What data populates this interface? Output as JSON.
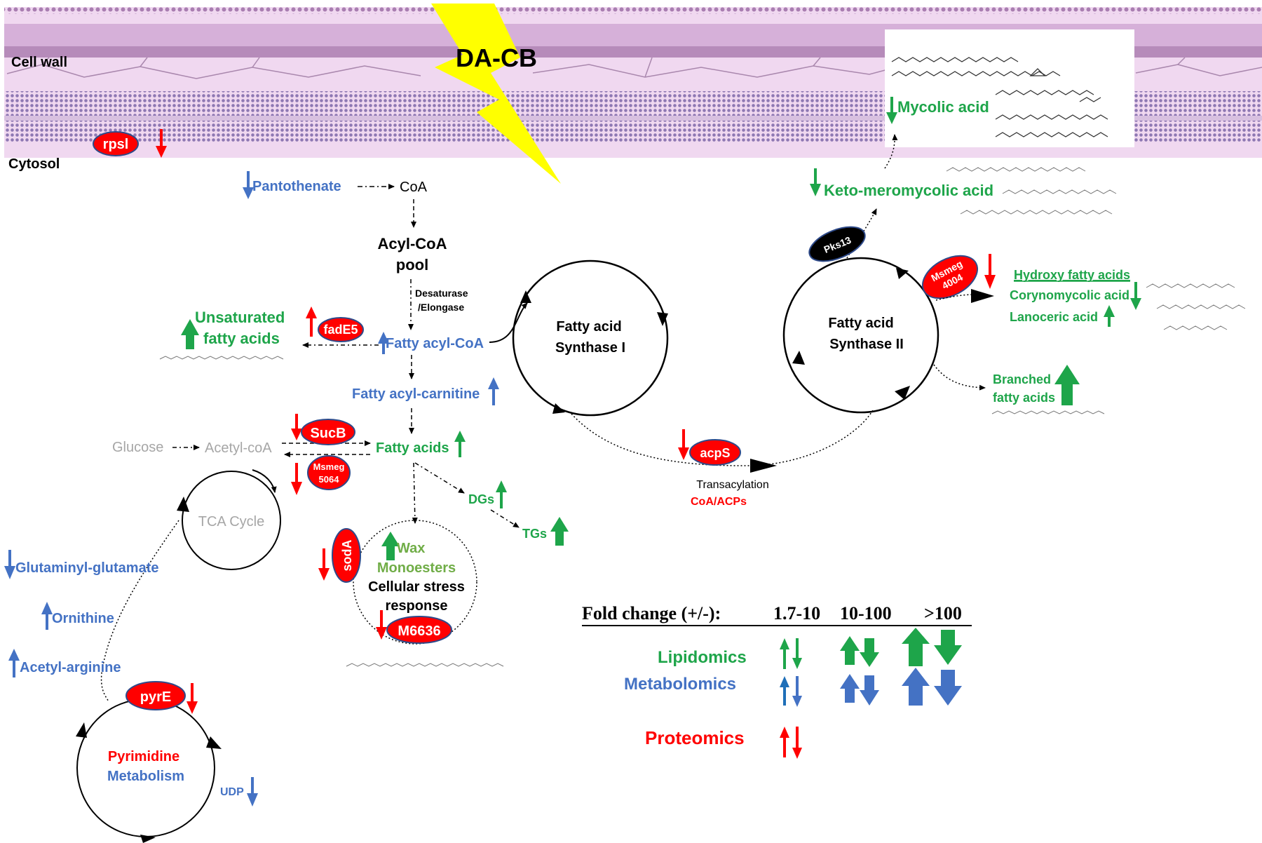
{
  "colors": {
    "green": "#1ea54a",
    "blue": "#4472c4",
    "red": "#ff0000",
    "grey": "#a6a6a6",
    "yellow": "#ffff00",
    "membrane": "#e8c8e8",
    "membrane_dark": "#b990bd"
  },
  "membrane": {
    "cell_wall_label": "Cell wall",
    "cytosol_label": "Cytosol",
    "stressor_label": "DA-CB"
  },
  "metabolites": {
    "pantothenate": "Pantothenate",
    "coa": "CoA",
    "acyl_coa_pool_line1": "Acyl-CoA",
    "acyl_coa_pool_line2": "pool",
    "desaturase_line1": "Desaturase",
    "desaturase_line2": "/Elongase",
    "unsaturated_line1": "Unsaturated",
    "unsaturated_line2": "fatty acids",
    "fatty_acyl_coa": "Fatty acyl-CoA",
    "fatty_acyl_carnitine": "Fatty acyl-carnitine",
    "glucose": "Glucose",
    "acetyl_coa": "Acetyl-coA",
    "fatty_acids": "Fatty acids",
    "dgs": "DGs",
    "tgs": "TGs",
    "wax": "Wax",
    "monoesters": "Monoesters",
    "stress_line1": "Cellular stress",
    "stress_line2": "response",
    "tca_cycle": "TCA Cycle",
    "glutaminyl_glutamate": "Glutaminyl-glutamate",
    "ornithine": "Ornithine",
    "acetyl_arginine": "Acetyl-arginine",
    "pyrimidine": "Pyrimidine",
    "metabolism": "Metabolism",
    "udp": "UDP",
    "fas1_line1": "Fatty acid",
    "fas1_line2": "Synthase I",
    "fas2_line1": "Fatty acid",
    "fas2_line2": "Synthase II",
    "mycolic_acid": "Mycolic acid",
    "keto_meromycolic": "Keto-meromycolic acid",
    "hydroxy_fatty_acids": "Hydroxy fatty acids",
    "corynomycolic": "Corynomycolic acid",
    "lanoceric": "Lanoceric acid",
    "branched_line1": "Branched",
    "branched_line2": "fatty acids",
    "transacylation": "Transacylation",
    "coa_acps": "CoA/ACPs"
  },
  "proteins": {
    "rpsl": "rpsl",
    "fade5": "fadE5",
    "sucb": "SucB",
    "msmeg5064_line1": "Msmeg",
    "msmeg5064_line2": "5064",
    "soda": "sodA",
    "m6636": "M6636",
    "pyre": "pyrE",
    "acps": "acpS",
    "pks13": "Pks13",
    "msmeg4004_line1": "Msmeg",
    "msmeg4004_line2": "4004"
  },
  "legend": {
    "title": "Fold change  (+/-):",
    "range1": "1.7-10",
    "range2": "10-100",
    "range3": ">100",
    "lipidomics": "Lipidomics",
    "metabolomics": "Metabolomics",
    "proteomics": "Proteomics"
  }
}
